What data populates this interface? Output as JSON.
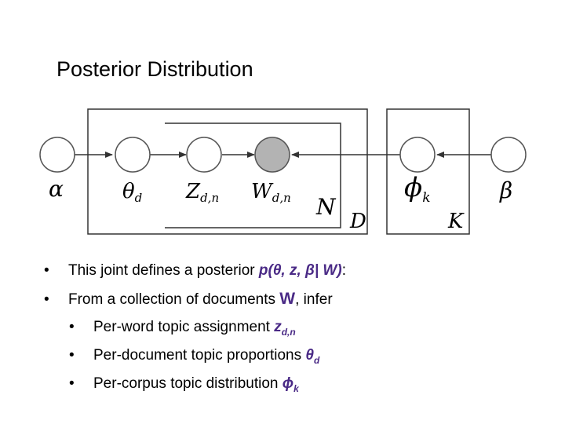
{
  "slide": {
    "title": "Posterior Distribution"
  },
  "diagram": {
    "nodes": [
      {
        "id": "alpha",
        "label": "α",
        "observed": false
      },
      {
        "id": "theta",
        "label": "θ",
        "sub": "d",
        "observed": false
      },
      {
        "id": "z",
        "label": "Z",
        "sub": "d,n",
        "observed": false
      },
      {
        "id": "w",
        "label": "W",
        "sub": "d,n",
        "observed": true
      },
      {
        "id": "phi",
        "label": "ϕ",
        "sub": "k",
        "observed": false
      },
      {
        "id": "beta",
        "label": "β",
        "observed": false
      }
    ],
    "edges": [
      [
        "alpha",
        "theta"
      ],
      [
        "theta",
        "z"
      ],
      [
        "z",
        "w"
      ],
      [
        "phi",
        "w"
      ],
      [
        "beta",
        "phi"
      ]
    ],
    "plates": {
      "n": "N",
      "d": "D",
      "k": "K"
    },
    "colors": {
      "observed_fill": "#b3b3b3",
      "node_stroke": "#555555",
      "plate_stroke": "#333333"
    }
  },
  "bullets": {
    "b1_text": "This joint defines a posterior ",
    "b1_math": "p(θ, z, β| W)",
    "b1_colon": ":",
    "b2_text": "From a collection of documents ",
    "b2_math": "W",
    "b2_after": ", infer",
    "s1_text": "Per-word topic assignment ",
    "s1_math": "z",
    "s1_sub": "d,n",
    "s2_text": "Per-document topic proportions ",
    "s2_math": "θ",
    "s2_sub": "d",
    "s3_text": "Per-corpus topic distribution ",
    "s3_math": "ϕ",
    "s3_sub": "k",
    "bullet_glyph": "•"
  },
  "colors": {
    "math": "#4a2a86"
  }
}
